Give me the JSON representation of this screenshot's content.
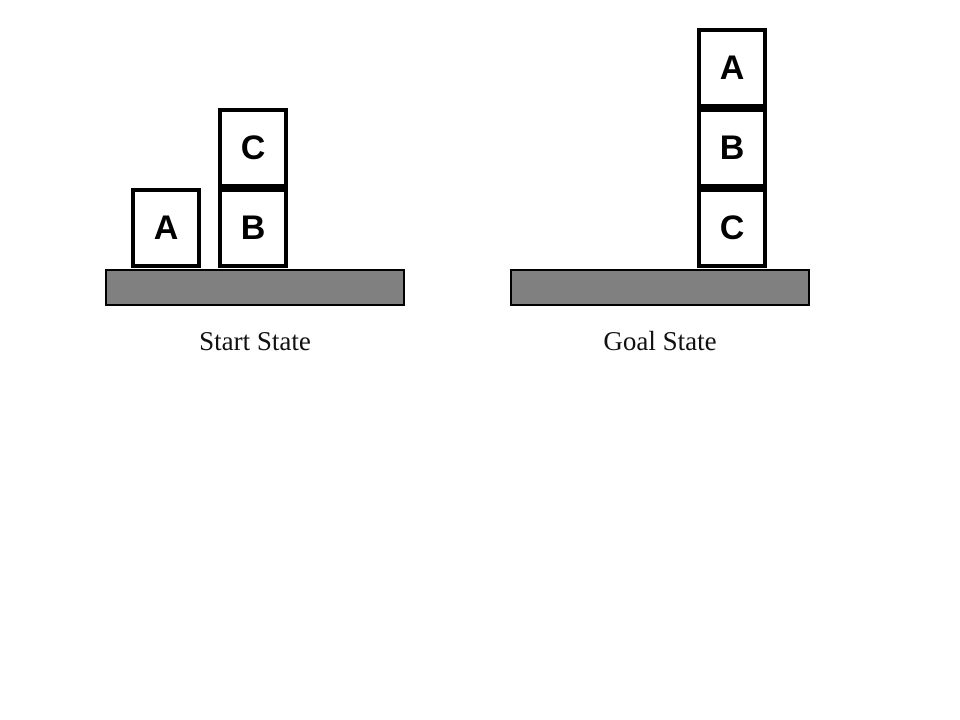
{
  "states": [
    {
      "caption": "Start State",
      "blocks": [
        {
          "label": "A"
        },
        {
          "label": "B"
        },
        {
          "label": "C"
        }
      ]
    },
    {
      "caption": "Goal State",
      "blocks": [
        {
          "label": "A"
        },
        {
          "label": "B"
        },
        {
          "label": "C"
        }
      ]
    }
  ],
  "colors": {
    "table_fill": "#808080",
    "block_border": "#000000",
    "block_fill": "#ffffff"
  }
}
